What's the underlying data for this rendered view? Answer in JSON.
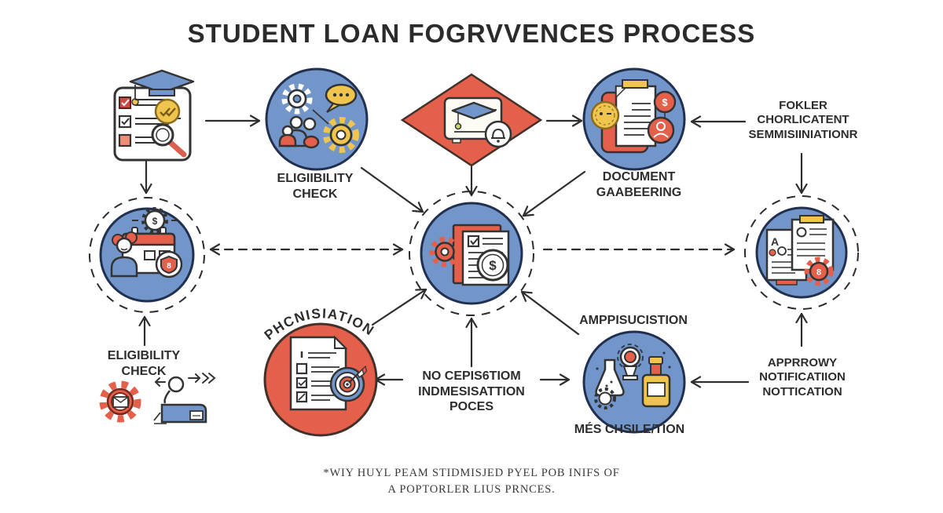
{
  "title": "STUDENT LOAN FOGRVVENCES PROCESS",
  "labels": {
    "eligibility_top": "ELIGIIBILITY\nCHECK",
    "document_gathering": "DOCUMENT\nGAABEERING",
    "folder_note": "FOKLER\nCHORLICATENT\nSEMMISIINIATIONR",
    "eligibility_left": "ELIGIBILITY\nCHECK",
    "phcnisiation": "PHCNISIATION",
    "no_cepis": "NO CEPIS6TIOM\nINDMESISATTION\nPOCES",
    "application": "AMPPISUCISTION",
    "mes_chsiletion": "MÉS CHSILE/TION",
    "approval_note": "APPRROWY\nNOTIFICATIION\nNOTTICATION",
    "footnote": "*WIY HUYL PEAM STIDMISJED PYEL POB INIFS OF\nA POPTORLER LIUS PRNCES."
  },
  "glyphs": {
    "dollar": "$",
    "eight": "8",
    "letter_a": "A"
  },
  "colors": {
    "blue": "#7296ca",
    "red": "#e4604b",
    "yellow": "#efc54e",
    "ink": "#2e2e2e",
    "navy_stroke": "#22304f",
    "outline": "#333333"
  }
}
